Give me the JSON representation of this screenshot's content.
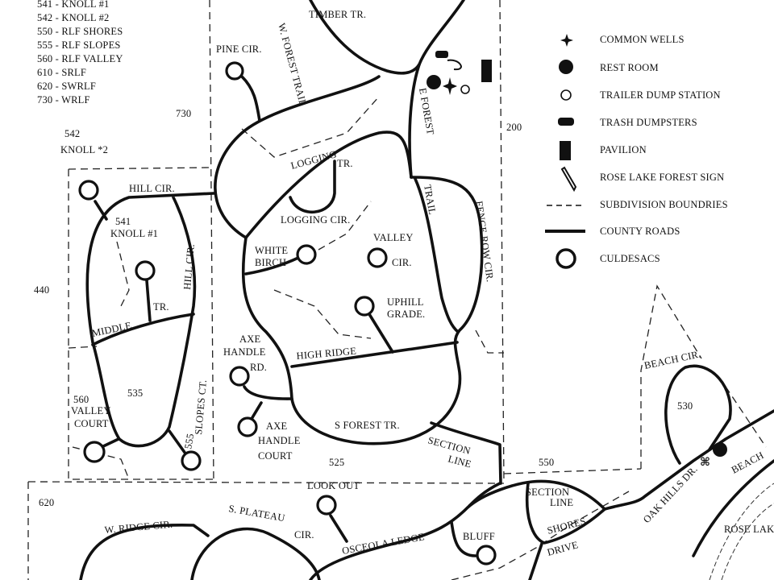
{
  "subdivision_key": [
    "541 - KNOLL #1",
    "542 - KNOLL #2",
    "550 - RLF SHORES",
    "555 - RLF SLOPES",
    "560 - RLF VALLEY",
    "610 - SRLF",
    "620 - SWRLF",
    "730 - WRLF"
  ],
  "legend": [
    {
      "icon": "star-icon",
      "label": "COMMON WELLS"
    },
    {
      "icon": "filled-circle-icon",
      "label": "REST ROOM"
    },
    {
      "icon": "small-circle-icon",
      "label": "TRAILER DUMP STATION"
    },
    {
      "icon": "dumpster-icon",
      "label": "TRASH DUMPSTERS"
    },
    {
      "icon": "pavilion-icon",
      "label": "PAVILION"
    },
    {
      "icon": "sign-icon",
      "label": "ROSE LAKE FOREST SIGN"
    },
    {
      "icon": "dashed-line-icon",
      "label": "SUBDIVISION BOUNDRIES"
    },
    {
      "icon": "solid-line-icon",
      "label": "COUNTY ROADS"
    },
    {
      "icon": "culdesac-icon",
      "label": "CULDESACS"
    }
  ],
  "areas": {
    "a730": "730",
    "a542": "542",
    "knoll2": "KNOLL *2",
    "a200": "200",
    "a440": "440",
    "a541": "541",
    "knoll1": "KNOLL #1",
    "a535": "535",
    "a560": "560",
    "a530": "530",
    "a525": "525",
    "a550": "550",
    "a620": "620"
  },
  "roads": {
    "timber": "TIMBER TR.",
    "pine": "PINE CIR.",
    "wforest": "W. FOREST TRAIL",
    "eforest": "E FOREST",
    "logging": "LOGGING",
    "loggingtr": "TR.",
    "loggingcir": "LOGGING CIR.",
    "trail": "TRAIL",
    "fencerow": "FENCE ROW CIR.",
    "hillcir": "HILL CIR.",
    "white": "WHITE",
    "birch": "BIRCH",
    "valley": "VALLEY",
    "valleycir": "CIR.",
    "uphill": "UPHILL",
    "grade": "GRADE.",
    "middle": "MIDDLE",
    "middletr": "TR.",
    "hillcir2": "HILL CIR.",
    "slopes": "SLOPES CT.",
    "axe": "AXE",
    "handle": "HANDLE",
    "rd": "RD.",
    "highridge": "HIGH RIDGE",
    "axe2": "AXE",
    "handle2": "HANDLE",
    "court2": "COURT",
    "valleycourt1": "VALLEY",
    "valleycourt2": "COURT",
    "a555": "555",
    "sforest": "S FOREST TR.",
    "section": "SECTION",
    "line": "LINE",
    "beachcir": "BEACH CIR.",
    "lookout": "LOOK OUT",
    "splateau": "S. PLATEAU",
    "cir": "CIR.",
    "wridge": "W. RIDGE CIR.",
    "osceola": "OSCEOLA LEDGE",
    "bluff": "BLUFF",
    "section2": "SECTION",
    "line2": "LINE",
    "shores": "SHORES",
    "drive": "DRIVE",
    "oakhills": "OAK HILLS DR.",
    "beach": "BEACH",
    "roselake": "ROSE LAKE"
  }
}
